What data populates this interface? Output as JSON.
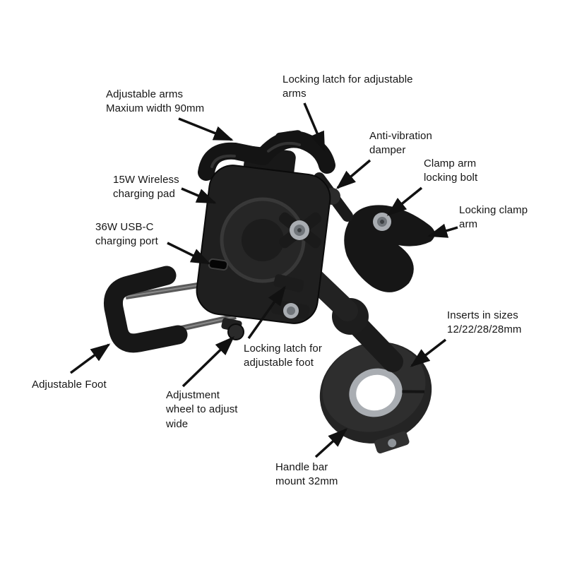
{
  "figure": {
    "kind": "annotated product diagram",
    "subject": "handlebar phone mount with wireless charging"
  },
  "colors": {
    "background": "#ffffff",
    "text": "#161616",
    "arrow": "#111111",
    "product_dark": "#1b1b1b",
    "product_silver": "#a9adb2"
  },
  "callouts": [
    {
      "id": "adjustable-arms",
      "text": "Adjustable arms\nMaxium width 90mm"
    },
    {
      "id": "locking-latch-arms",
      "text": "Locking latch for adjustable\narms"
    },
    {
      "id": "anti-vibration-damper",
      "text": "Anti-vibration\ndamper"
    },
    {
      "id": "clamp-arm-locking-bolt",
      "text": "Clamp arm\nlocking bolt"
    },
    {
      "id": "locking-clamp-arm",
      "text": "Locking clamp\narm"
    },
    {
      "id": "wireless-charging-pad",
      "text": "15W Wireless\ncharging pad"
    },
    {
      "id": "usb-c-charging-port",
      "text": "36W USB-C\ncharging port"
    },
    {
      "id": "adjustable-foot",
      "text": "Adjustable Foot"
    },
    {
      "id": "locking-latch-foot",
      "text": "Locking latch for\nadjustable foot"
    },
    {
      "id": "adjustment-wheel",
      "text": "Adjustment\nwheel to adjust\nwide"
    },
    {
      "id": "insert-sizes",
      "text": "Inserts in sizes\n12/22/28/28mm"
    },
    {
      "id": "handlebar-mount",
      "text": "Handle bar\nmount 32mm"
    }
  ]
}
